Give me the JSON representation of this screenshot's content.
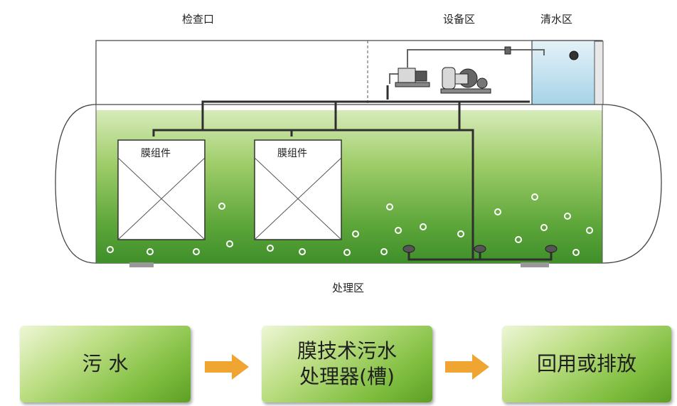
{
  "labels": {
    "inspection_port": "检查口",
    "equipment_zone": "设备区",
    "clean_water_zone": "清水区",
    "treatment_zone": "处理区",
    "membrane_module_1": "膜组件",
    "membrane_module_2": "膜组件"
  },
  "flow": {
    "step1": "污 水",
    "step2_line1": "膜技术污水",
    "step2_line2": "处理器(槽)",
    "step3": "回用或排放"
  },
  "colors": {
    "tank_green_light": "#c9e3a3",
    "tank_green_dark": "#3f8f2a",
    "clean_water": "#bfe0ee",
    "arrow": "#f0a533"
  }
}
